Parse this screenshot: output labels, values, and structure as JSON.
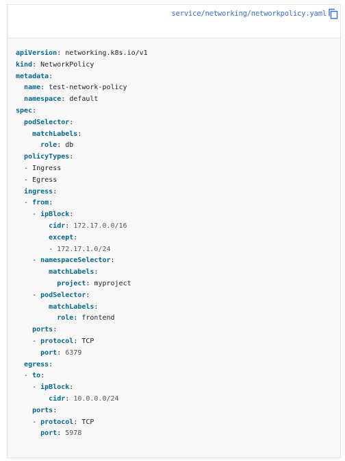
{
  "header": {
    "file_path": "service/networking/networkpolicy.yaml",
    "copy_icon": "copy-icon"
  },
  "code": {
    "lines": [
      {
        "indent": "",
        "dash": "",
        "key": "apiVersion",
        "value": "networking.k8s.io/v1",
        "num": false
      },
      {
        "indent": "",
        "dash": "",
        "key": "kind",
        "value": "NetworkPolicy",
        "num": false
      },
      {
        "indent": "",
        "dash": "",
        "key": "metadata",
        "value": "",
        "num": false
      },
      {
        "indent": "  ",
        "dash": "",
        "key": "name",
        "value": "test-network-policy",
        "num": false
      },
      {
        "indent": "  ",
        "dash": "",
        "key": "namespace",
        "value": "default",
        "num": false
      },
      {
        "indent": "",
        "dash": "",
        "key": "spec",
        "value": "",
        "num": false
      },
      {
        "indent": "  ",
        "dash": "",
        "key": "podSelector",
        "value": "",
        "num": false
      },
      {
        "indent": "    ",
        "dash": "",
        "key": "matchLabels",
        "value": "",
        "num": false
      },
      {
        "indent": "      ",
        "dash": "",
        "key": "role",
        "value": "db",
        "num": false
      },
      {
        "indent": "  ",
        "dash": "",
        "key": "policyTypes",
        "value": "",
        "num": false
      },
      {
        "indent": "  ",
        "dash": "- ",
        "key": "",
        "value": "Ingress",
        "num": false
      },
      {
        "indent": "  ",
        "dash": "- ",
        "key": "",
        "value": "Egress",
        "num": false
      },
      {
        "indent": "  ",
        "dash": "",
        "key": "ingress",
        "value": "",
        "num": false
      },
      {
        "indent": "  ",
        "dash": "- ",
        "key": "from",
        "value": "",
        "num": false
      },
      {
        "indent": "    ",
        "dash": "- ",
        "key": "ipBlock",
        "value": "",
        "num": false
      },
      {
        "indent": "        ",
        "dash": "",
        "key": "cidr",
        "value": "172.17.0.0/16",
        "num": true
      },
      {
        "indent": "        ",
        "dash": "",
        "key": "except",
        "value": "",
        "num": false
      },
      {
        "indent": "        ",
        "dash": "- ",
        "key": "",
        "value": "172.17.1.0/24",
        "num": true
      },
      {
        "indent": "    ",
        "dash": "- ",
        "key": "namespaceSelector",
        "value": "",
        "num": false
      },
      {
        "indent": "        ",
        "dash": "",
        "key": "matchLabels",
        "value": "",
        "num": false
      },
      {
        "indent": "          ",
        "dash": "",
        "key": "project",
        "value": "myproject",
        "num": false
      },
      {
        "indent": "    ",
        "dash": "- ",
        "key": "podSelector",
        "value": "",
        "num": false
      },
      {
        "indent": "        ",
        "dash": "",
        "key": "matchLabels",
        "value": "",
        "num": false
      },
      {
        "indent": "          ",
        "dash": "",
        "key": "role",
        "value": "frontend",
        "num": false
      },
      {
        "indent": "    ",
        "dash": "",
        "key": "ports",
        "value": "",
        "num": false
      },
      {
        "indent": "    ",
        "dash": "- ",
        "key": "protocol",
        "value": "TCP",
        "num": false
      },
      {
        "indent": "      ",
        "dash": "",
        "key": "port",
        "value": "6379",
        "num": true
      },
      {
        "indent": "  ",
        "dash": "",
        "key": "egress",
        "value": "",
        "num": false
      },
      {
        "indent": "  ",
        "dash": "- ",
        "key": "to",
        "value": "",
        "num": false
      },
      {
        "indent": "    ",
        "dash": "- ",
        "key": "ipBlock",
        "value": "",
        "num": false
      },
      {
        "indent": "        ",
        "dash": "",
        "key": "cidr",
        "value": "10.0.0.0/24",
        "num": true
      },
      {
        "indent": "    ",
        "dash": "",
        "key": "ports",
        "value": "",
        "num": false
      },
      {
        "indent": "    ",
        "dash": "- ",
        "key": "protocol",
        "value": "TCP",
        "num": false
      },
      {
        "indent": "      ",
        "dash": "",
        "key": "port",
        "value": "5978",
        "num": true
      }
    ]
  }
}
